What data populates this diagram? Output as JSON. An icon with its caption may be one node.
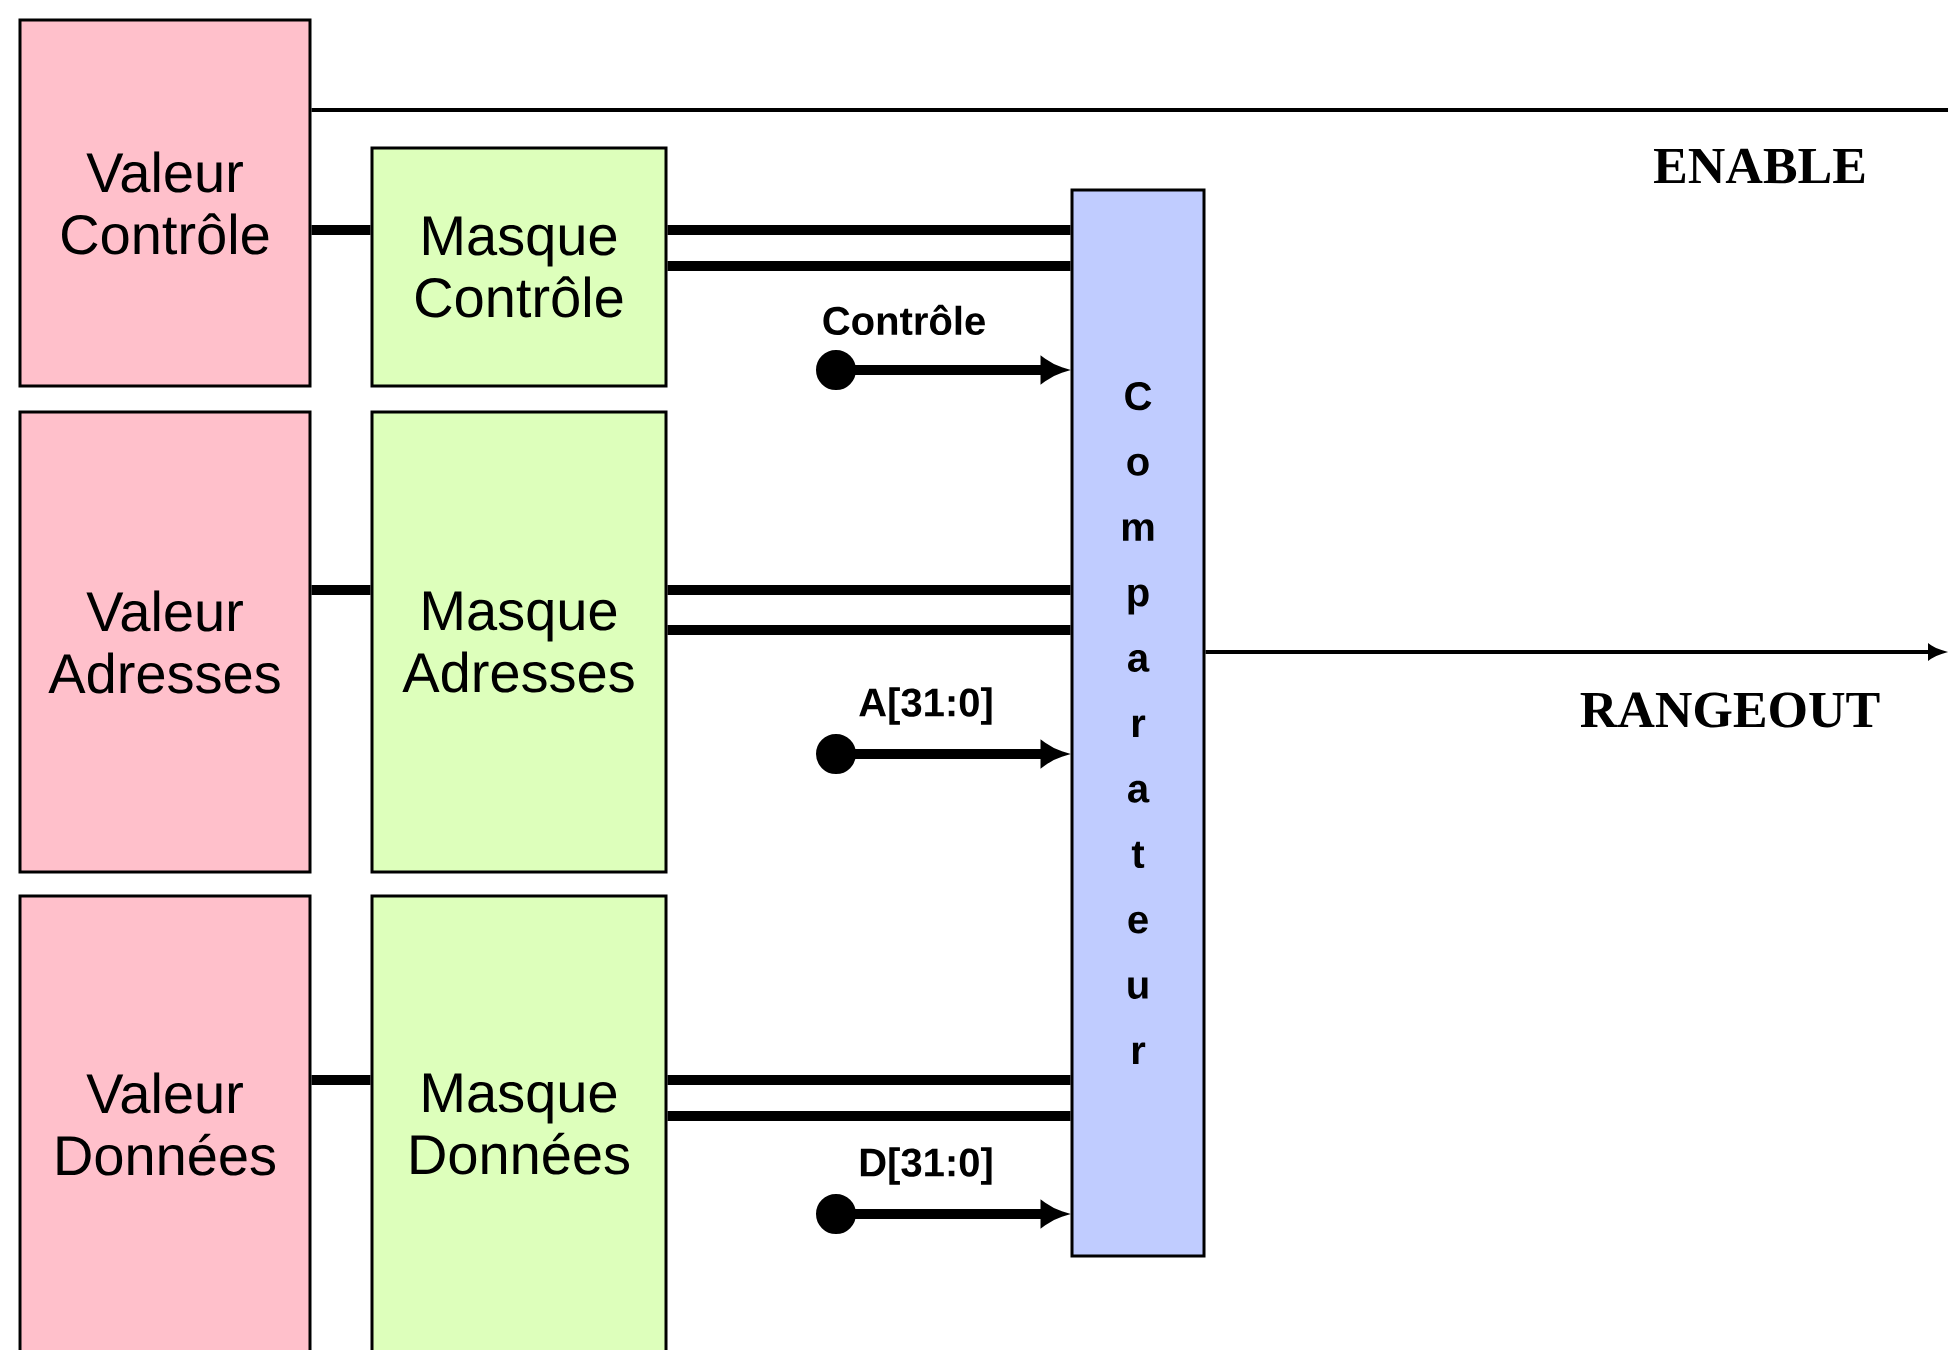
{
  "diagram": {
    "nodes": [
      {
        "text": [
          "Valeur Contrôle"
        ]
      },
      {
        "text": [
          "Masque Contrôle"
        ]
      },
      {
        "text": [
          "Valeur Adresses"
        ]
      },
      {
        "text": [
          "Masque Adresses"
        ]
      },
      {
        "text": [
          "Valeur Données"
        ]
      },
      {
        "text": [
          "Masque Données"
        ]
      },
      {
        "text": [
          "Comparateur"
        ]
      }
    ],
    "edges": [
      {
        "from": 0,
        "to": 1,
        "arrow": "none"
      },
      {
        "from": 1,
        "to": 6,
        "arrow": "none"
      },
      {
        "from": 1,
        "to": 6,
        "arrow": "none"
      },
      {
        "from": 2,
        "to": 3,
        "arrow": "none"
      },
      {
        "from": 3,
        "to": 6,
        "arrow": "none"
      },
      {
        "from": 3,
        "to": 6,
        "arrow": "none"
      },
      {
        "from": 4,
        "to": 5,
        "arrow": "none"
      },
      {
        "from": 5,
        "to": 6,
        "arrow": "none"
      },
      {
        "from": 5,
        "to": 6,
        "arrow": "none"
      },
      {
        "from": null,
        "to": 6,
        "arrow": "to",
        "label": "Contrôle"
      },
      {
        "from": null,
        "to": 6,
        "arrow": "to",
        "label": "A[31:0]"
      },
      {
        "from": null,
        "to": 6,
        "arrow": "to",
        "label": "D[31:0]"
      },
      {
        "from": 0,
        "to": null,
        "arrow": "none",
        "label": "ENABLE"
      },
      {
        "from": 6,
        "to": null,
        "arrow": "to",
        "label": "RANGEOUT"
      }
    ]
  }
}
